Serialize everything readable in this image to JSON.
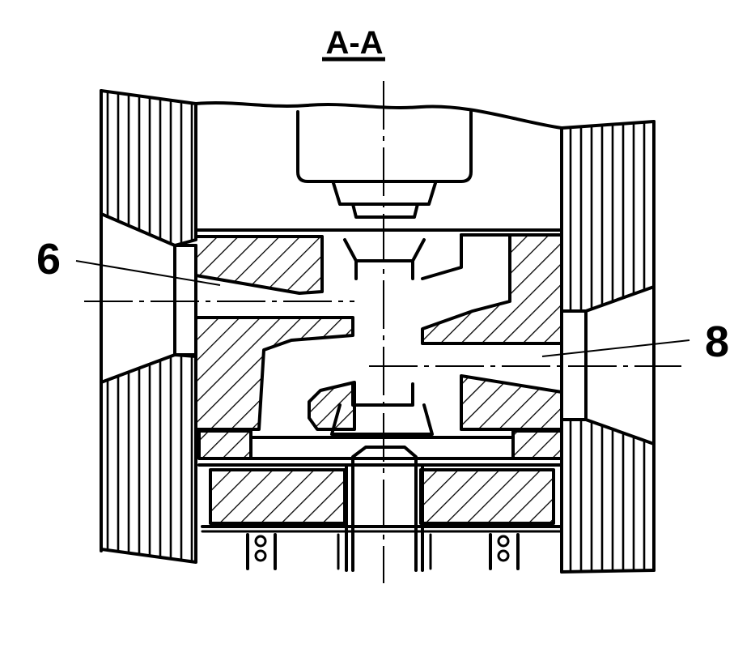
{
  "section_title": "A-A",
  "labels": {
    "left_callout": "6",
    "right_callout": "8"
  },
  "colors": {
    "ink": "#000000",
    "paper": "#ffffff"
  }
}
